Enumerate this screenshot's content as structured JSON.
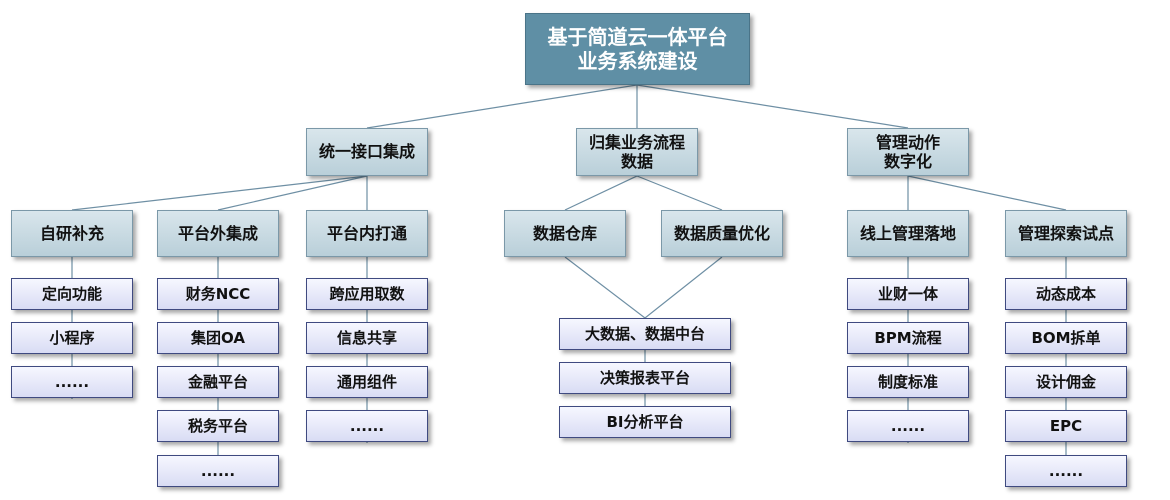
{
  "root": {
    "line1": "基于简道云一体平台",
    "line2": "业务系统建设"
  },
  "branches": [
    {
      "label": "统一接口集成",
      "groups": [
        {
          "label": "自研补充",
          "items": [
            "定向功能",
            "小程序",
            "......"
          ]
        },
        {
          "label": "平台外集成",
          "items": [
            "财务NCC",
            "集团OA",
            "金融平台",
            "税务平台",
            "......"
          ]
        },
        {
          "label": "平台内打通",
          "items": [
            "跨应用取数",
            "信息共享",
            "通用组件",
            "......"
          ]
        }
      ]
    },
    {
      "label_line1": "归集业务流程",
      "label_line2": "数据",
      "groups": [
        {
          "label": "数据仓库"
        },
        {
          "label": "数据质量优化"
        }
      ],
      "outputs": [
        "大数据、数据中台",
        "决策报表平台",
        "BI分析平台"
      ]
    },
    {
      "label_line1": "管理动作",
      "label_line2": "数字化",
      "groups": [
        {
          "label": "线上管理落地",
          "items": [
            "业财一体",
            "BPM流程",
            "制度标准",
            "......"
          ]
        },
        {
          "label": "管理探索试点",
          "items": [
            "动态成本",
            "BOM拆单",
            "设计佣金",
            "EPC",
            "......"
          ]
        }
      ]
    }
  ],
  "colors": {
    "root_fill": "#5f8fa5",
    "category_fill": "#c8dae2",
    "leaf_fill": "#eceefc",
    "leaf_border": "#3f4a80",
    "connector": "#6e8fa4"
  }
}
